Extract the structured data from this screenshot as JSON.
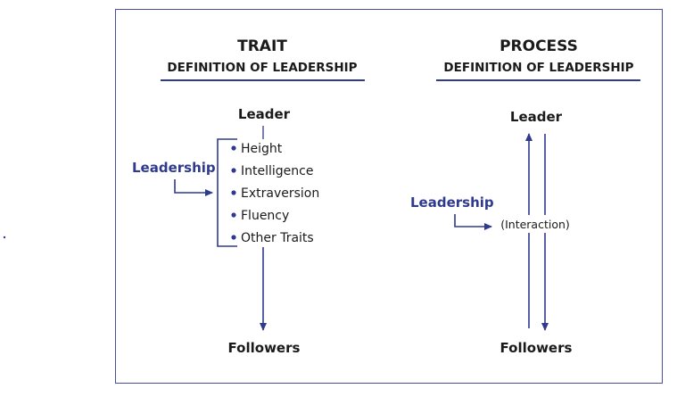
{
  "trait_panel": {
    "title": "TRAIT",
    "subtitle": "DEFINITION OF LEADERSHIP",
    "leader": "Leader",
    "leadership": "Leadership",
    "traits": [
      "Height",
      "Intelligence",
      "Extraversion",
      "Fluency",
      "Other Traits"
    ],
    "followers": "Followers"
  },
  "process_panel": {
    "title": "PROCESS",
    "subtitle": "DEFINITION OF LEADERSHIP",
    "leader": "Leader",
    "leadership": "Leadership",
    "interaction": "(Interaction)",
    "followers": "Followers"
  },
  "colors": {
    "accent": "#2f3a8f",
    "frame": "#4a4f9a",
    "text": "#1a1a1a"
  }
}
